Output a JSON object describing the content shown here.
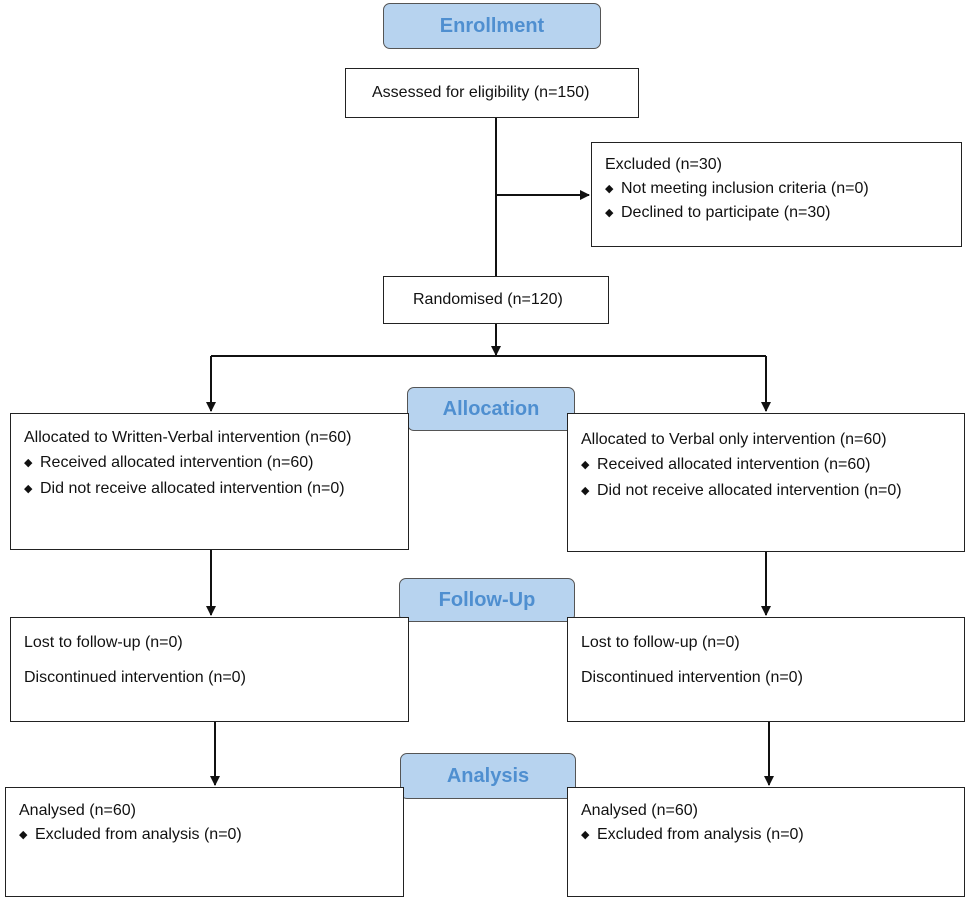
{
  "stages": {
    "enrollment": "Enrollment",
    "allocation": "Allocation",
    "followup": "Follow-Up",
    "analysis": "Analysis"
  },
  "assessed": "Assessed for eligibility (n=150)",
  "excluded": {
    "title": "Excluded (n=30)",
    "items": [
      "Not meeting inclusion criteria (n=0)",
      "Declined to participate (n=30)"
    ]
  },
  "randomised": "Randomised (n=120)",
  "allocation": {
    "left": {
      "title": "Allocated to Written-Verbal intervention (n=60)",
      "items": [
        "Received allocated intervention (n=60)",
        "Did not receive allocated intervention (n=0)"
      ]
    },
    "right": {
      "title": "Allocated to Verbal only intervention (n=60)",
      "items": [
        "Received allocated intervention (n=60)",
        "Did not receive allocated intervention (n=0)"
      ]
    }
  },
  "followup": {
    "left": {
      "lost": "Lost to follow-up (n=0)",
      "discontinued": "Discontinued intervention (n=0)"
    },
    "right": {
      "lost": "Lost to follow-up (n=0)",
      "discontinued": "Discontinued intervention (n=0)"
    }
  },
  "analysis": {
    "left": {
      "title": "Analysed (n=60)",
      "items": [
        "Excluded from analysis (n=0)"
      ]
    },
    "right": {
      "title": "Analysed (n=60)",
      "items": [
        "Excluded from analysis (n=0)"
      ]
    }
  },
  "bullet": "◆"
}
